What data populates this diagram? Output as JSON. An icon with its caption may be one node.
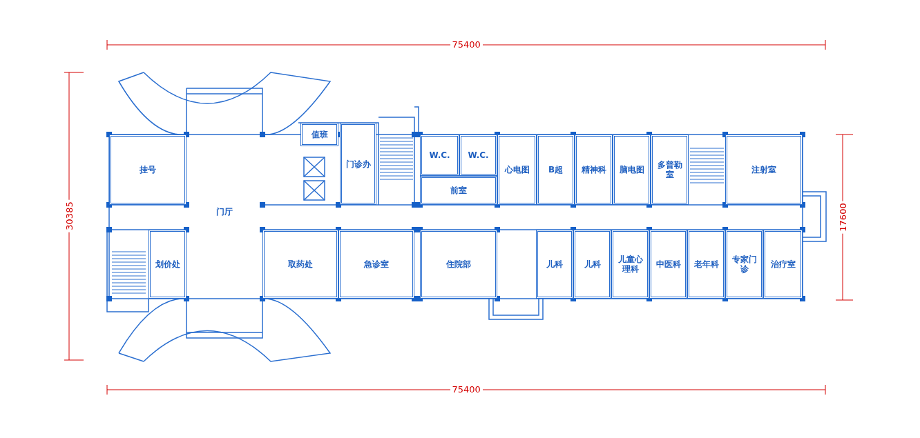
{
  "diagram": {
    "nodes": [
      {
        "text": [
          "挂号"
        ]
      },
      {
        "text": [
          "门厅"
        ]
      },
      {
        "text": [
          "值班"
        ]
      },
      {
        "text": [
          "门诊办"
        ]
      },
      {
        "text": [
          "W.C."
        ]
      },
      {
        "text": [
          "W.C."
        ]
      },
      {
        "text": [
          "前室"
        ]
      },
      {
        "text": [
          "心电图"
        ]
      },
      {
        "text": [
          "B超"
        ]
      },
      {
        "text": [
          "精神科"
        ]
      },
      {
        "text": [
          "脑电图"
        ]
      },
      {
        "text": [
          "多普勒室"
        ]
      },
      {
        "text": [
          "注射室"
        ]
      },
      {
        "text": [
          "划价处"
        ]
      },
      {
        "text": [
          "取药处"
        ]
      },
      {
        "text": [
          "急诊室"
        ]
      },
      {
        "text": [
          "住院部"
        ]
      },
      {
        "text": [
          "儿科"
        ]
      },
      {
        "text": [
          "儿科"
        ]
      },
      {
        "text": [
          "儿童心理科"
        ]
      },
      {
        "text": [
          "中医科"
        ]
      },
      {
        "text": [
          "老年科"
        ]
      },
      {
        "text": [
          "专家门诊"
        ]
      },
      {
        "text": [
          "治疗室"
        ]
      }
    ],
    "labels": [
      "75400",
      "30385",
      "17600",
      "75400"
    ]
  }
}
